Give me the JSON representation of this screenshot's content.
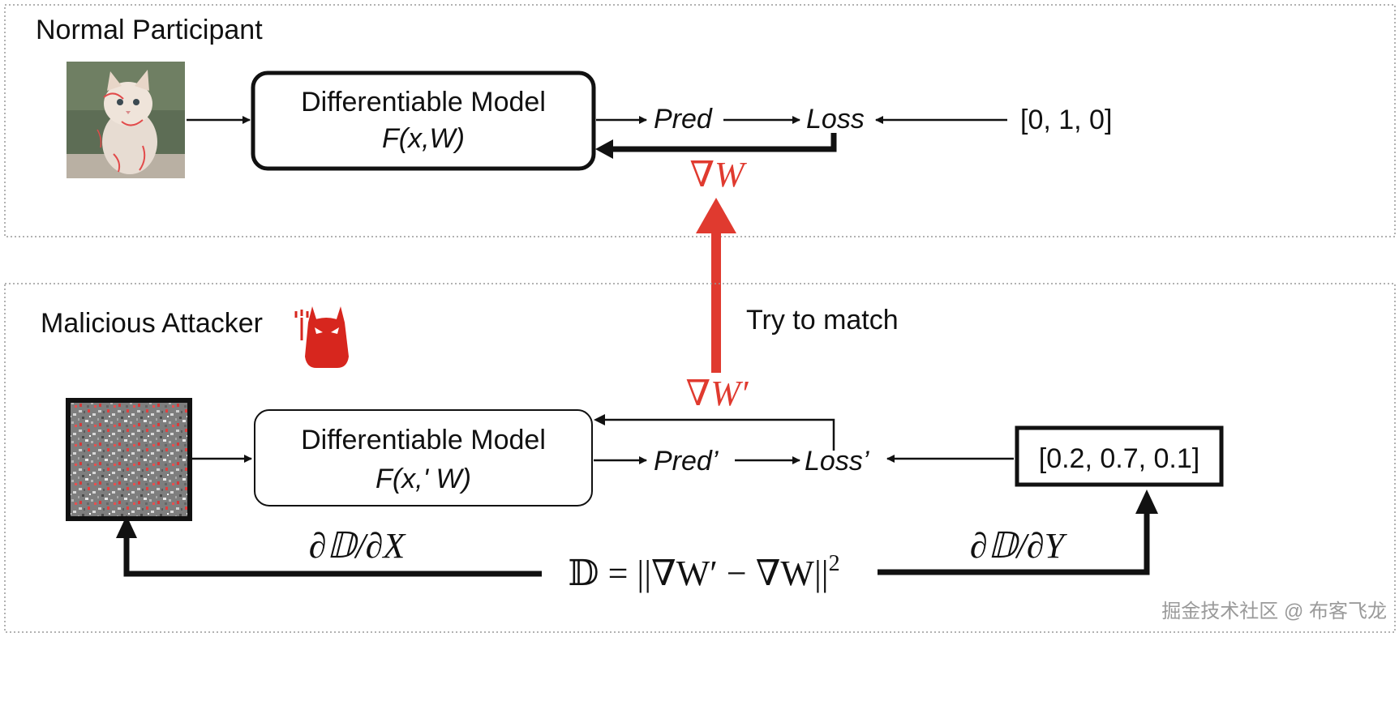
{
  "top_panel": {
    "title": "Normal Participant",
    "model_box": {
      "line1": "Differentiable Model",
      "line2": "F(x,W)"
    },
    "pred": "Pred",
    "loss": "Loss",
    "label": "[0, 1, 0]",
    "gradient": "∇W",
    "input_image": "cat-photo"
  },
  "bottom_panel": {
    "title": "Malicious Attacker",
    "mascot": "devil-icon",
    "model_box": {
      "line1": "Differentiable Model",
      "line2": "F(x,' W)"
    },
    "pred": "Pred’",
    "loss": "Loss’",
    "label": "[0.2, 0.7, 0.1]",
    "gradient": "∇W′",
    "input_image": "noise-image",
    "dx": "∂𝔻/∂X",
    "dy": "∂𝔻/∂Y",
    "distance_lhs": "𝔻 = ||∇W′ − ∇W||",
    "distance_exp": "2"
  },
  "match_label": "Try to match",
  "watermark": "掘金技术社区 @ 布客飞龙",
  "colors": {
    "accent_red": "#e03a2f",
    "line": "#111111",
    "panel_border": "#999999"
  }
}
